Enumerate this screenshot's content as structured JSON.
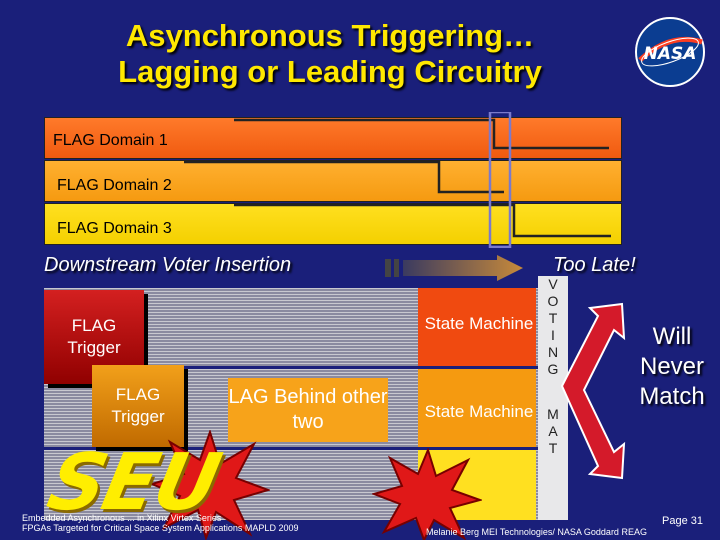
{
  "title_line1": "Asynchronous Triggering…",
  "title_line2": "Lagging or Leading Circuitry",
  "domains": [
    {
      "label": "FLAG Domain 1"
    },
    {
      "label": "FLAG Domain 2"
    },
    {
      "label": "FLAG Domain 3"
    }
  ],
  "downstream_label": "Downstream Voter Insertion",
  "too_late_label": "Too Late!",
  "flag_trigger_1": "FLAG Trigger",
  "flag_trigger_2": "FLAG Trigger",
  "lag_behind": "LAG Behind other two",
  "state_machine_1": "State Machine",
  "state_machine_2": "State Machine",
  "voting_letters": [
    "V",
    "O",
    "T",
    "I",
    "N",
    "G"
  ],
  "matching_letters": [
    "M",
    "A",
    "T"
  ],
  "will_never_match": "Will Never Match",
  "seu": "SEU",
  "footer_left_line1": "Embedded Asynchronous ... in Xilinx Virtex Series",
  "footer_left_line2": "FPGAs Targeted for Critical Space System Applications MAPLD 2009",
  "footer_right": "Melanie Berg MEI Technologies/ NASA Goddard REAG",
  "page": "Page 31",
  "colors": {
    "background": "#1a1f7a",
    "title": "#ffe800",
    "flag1": "#ff7a2a",
    "flag2": "#ffb030",
    "flag3": "#ffe020"
  }
}
